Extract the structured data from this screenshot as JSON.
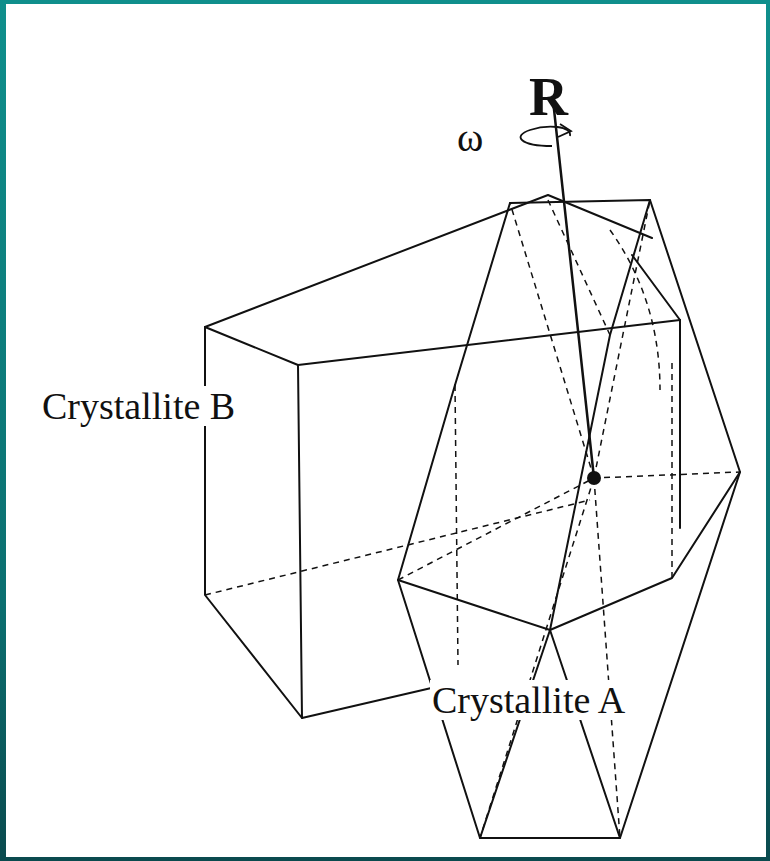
{
  "diagram": {
    "labels": [
      "R",
      "ω",
      "Crystallite B",
      "Crystallite A"
    ]
  }
}
